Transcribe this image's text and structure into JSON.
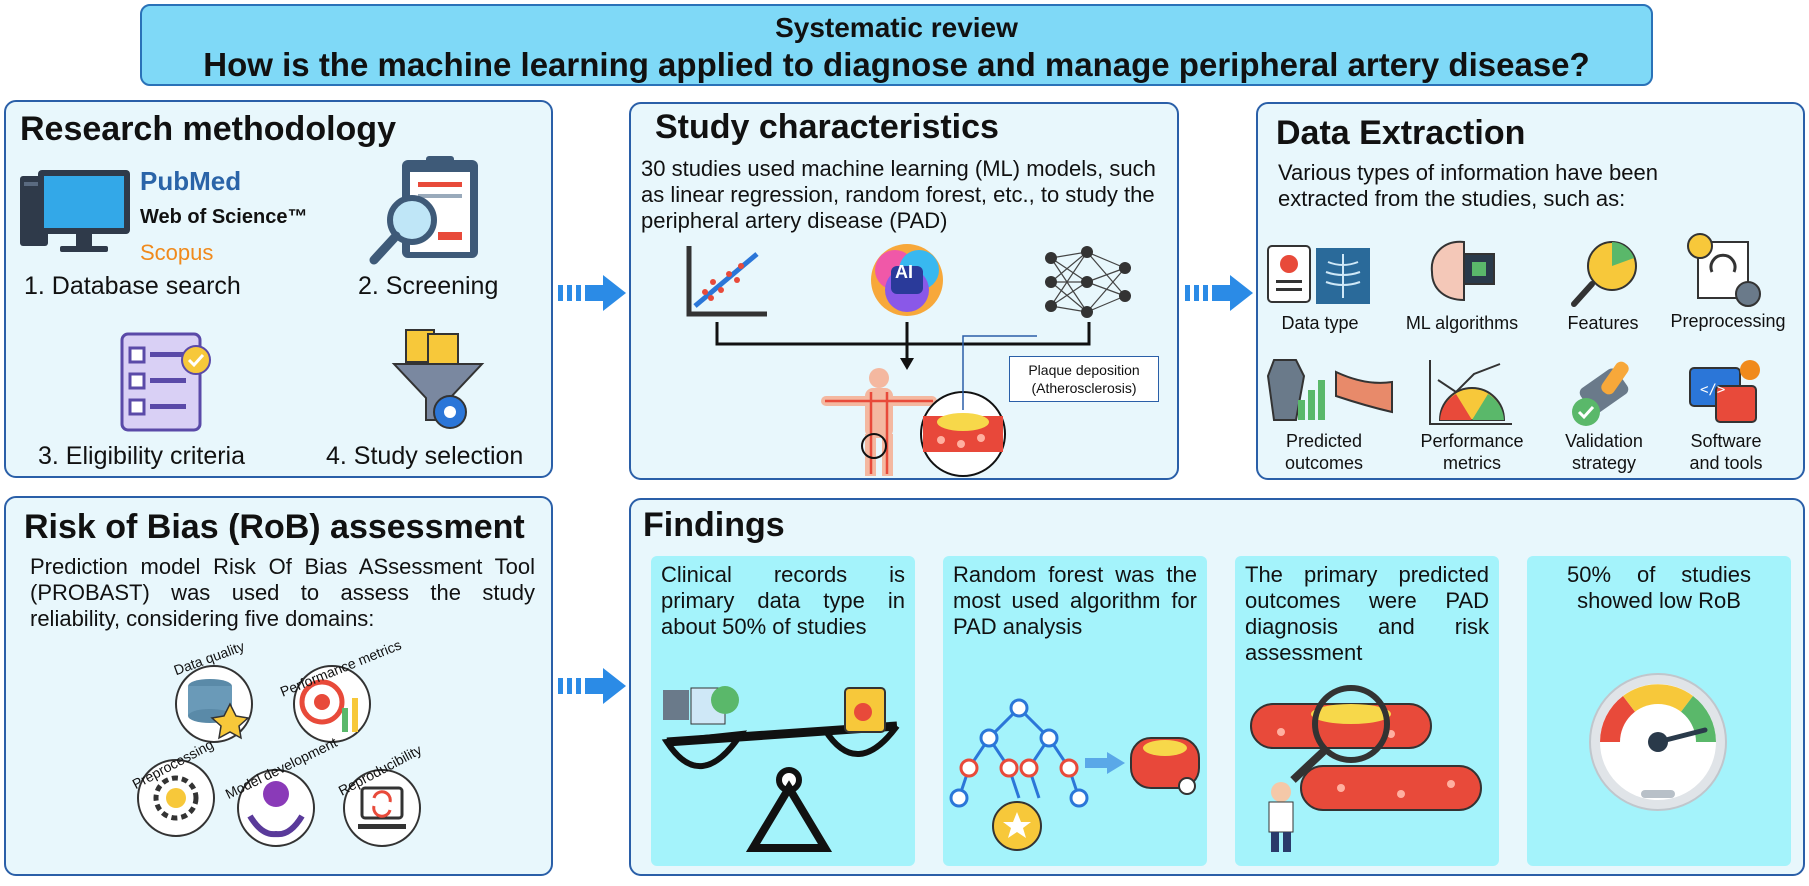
{
  "header": {
    "line1": "Systematic review",
    "line2": "How is the machine learning applied to diagnose and manage peripheral artery disease?"
  },
  "methodology": {
    "title": "Research methodology",
    "db_logos": {
      "pubmed": "PubMed",
      "wos": "Web of Science™",
      "scopus": "Scopus"
    },
    "steps": [
      "1. Database search",
      "2. Screening",
      "3. Eligibility criteria",
      "4. Study selection"
    ]
  },
  "study": {
    "title": "Study characteristics",
    "text": "30 studies used machine learning (ML) models, such as linear regression, random forest, etc., to study the peripheral artery disease (PAD)",
    "ai_badge": "AI",
    "plaque_line1": "Plaque deposition",
    "plaque_line2": "(Atherosclerosis)"
  },
  "extraction": {
    "title": "Data Extraction",
    "text": "Various types of information have been extracted from the studies, such as:",
    "items": [
      {
        "l1": "Data type",
        "l2": ""
      },
      {
        "l1": "ML algorithms",
        "l2": ""
      },
      {
        "l1": "Features",
        "l2": ""
      },
      {
        "l1": "Preprocessing",
        "l2": ""
      },
      {
        "l1": "Predicted",
        "l2": "outcomes"
      },
      {
        "l1": "Performance",
        "l2": "metrics"
      },
      {
        "l1": "Validation",
        "l2": "strategy"
      },
      {
        "l1": "Software",
        "l2": "and tools"
      }
    ]
  },
  "rob": {
    "title": "Risk of Bias (RoB) assessment",
    "text": "Prediction model Risk Of Bias ASsessment Tool (PROBAST) was used to assess the study reliability, considering five domains:",
    "domains": [
      "Data quality",
      "Performance metrics",
      "Preprocessing",
      "Model development",
      "Reproducibility"
    ]
  },
  "findings": {
    "title": "Findings",
    "cards": [
      "Clinical records is primary data type in about 50% of studies",
      "Random forest was the most used algorithm for PAD analysis",
      "The primary predicted outcomes were PAD diagnosis and risk assessment",
      "50% of studies showed low RoB"
    ]
  },
  "colors": {
    "panel_bg": "#e8f7fc",
    "panel_border": "#2a5fa8",
    "title_bg": "#7fd9f7",
    "card_bg": "#a4f3fb",
    "arrow": "#2b8be6"
  }
}
